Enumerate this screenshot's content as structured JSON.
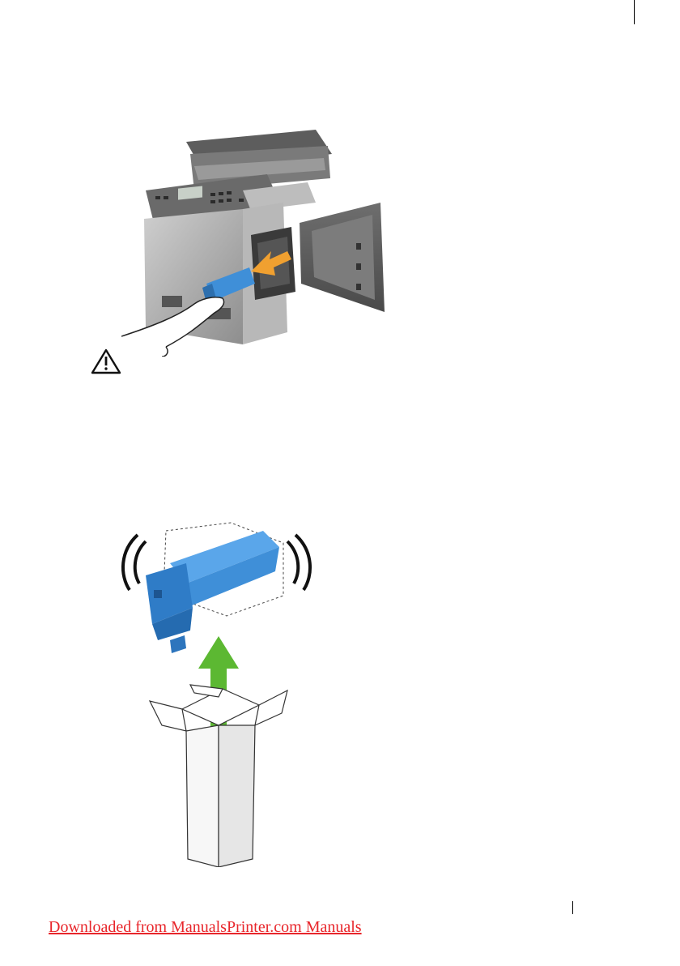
{
  "footer": {
    "link_text": "Downloaded from ManualsPrinter.com Manuals"
  },
  "figures": {
    "figure_1_icon": "printer-insert-toner-illustration",
    "warning_icon": "caution-triangle-icon",
    "figure_2_icon": "shake-toner-cartridge-illustration"
  },
  "colors": {
    "toner_blue": "#3f8fd8",
    "arrow_green": "#5cb832",
    "arrow_orange": "#f0a030",
    "link_red": "#e8262b"
  }
}
